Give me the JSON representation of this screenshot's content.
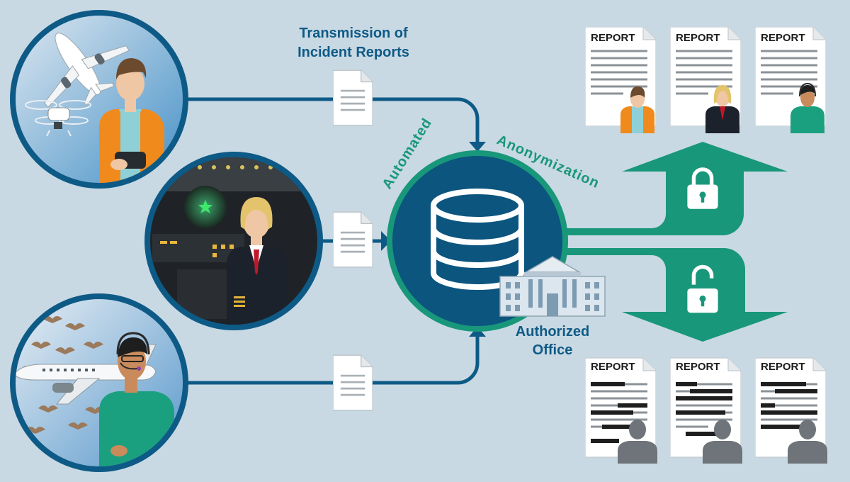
{
  "labels": {
    "transmission_line1": "Transmission of",
    "transmission_line2": "Incident Reports",
    "automated": "Automated",
    "anonymization": "Anonymization",
    "office_line1": "Authorized",
    "office_line2": "Office"
  },
  "reports": {
    "identified": [
      {
        "label": "REPORT",
        "person": "drone-operator"
      },
      {
        "label": "REPORT",
        "person": "pilot"
      },
      {
        "label": "REPORT",
        "person": "air-traffic-controller"
      }
    ],
    "anonymized": [
      {
        "label": "REPORT",
        "person": "anonymous-person"
      },
      {
        "label": "REPORT",
        "person": "anonymous-person"
      },
      {
        "label": "REPORT",
        "person": "anonymous-person"
      }
    ]
  },
  "colors": {
    "background": "#c9d9e3",
    "navy": "#0e5a86",
    "teal": "#19977a",
    "database": "#0b557f"
  }
}
